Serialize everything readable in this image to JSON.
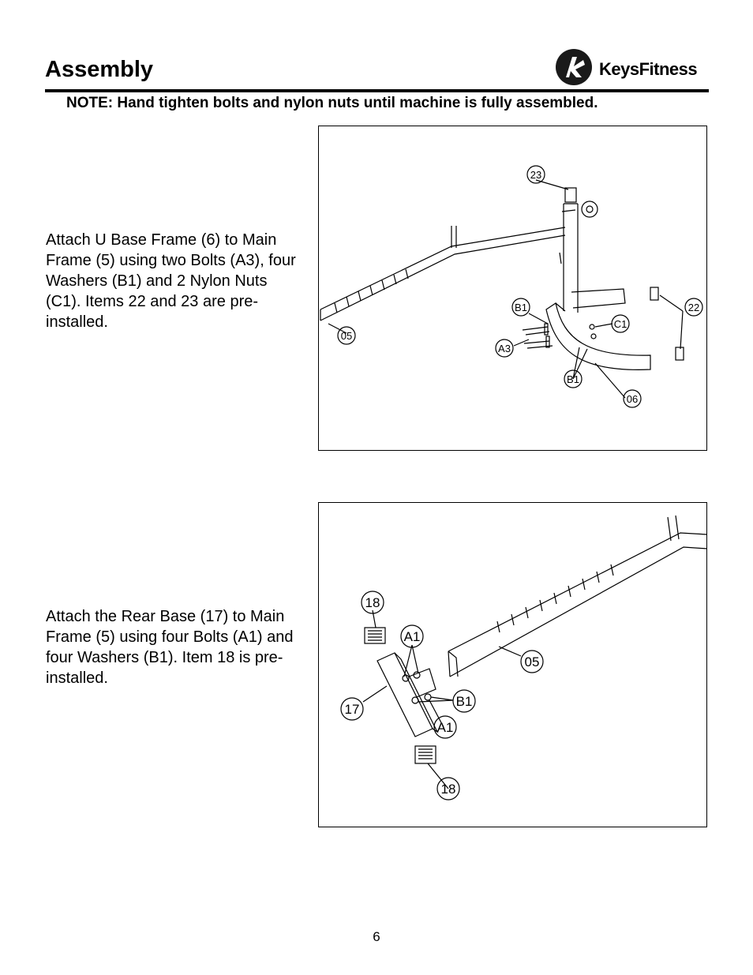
{
  "header": {
    "title": "Assembly",
    "brand": "KeysFitness"
  },
  "note": "NOTE:  Hand tighten bolts and nylon nuts until machine is fully assembled.",
  "steps": [
    {
      "text": "Attach U Base Frame (6) to Main Frame (5) using two Bolts (A3), four Washers (B1) and 2 Nylon Nuts (C1).  Items 22 and 23 are pre-installed.",
      "callouts": [
        "23",
        "B1",
        "C1",
        "22",
        "A3",
        "05",
        "B1",
        "06"
      ]
    },
    {
      "text": "Attach the Rear Base (17) to Main Frame (5) using four Bolts (A1) and four Washers (B1). Item 18 is pre-installed.",
      "callouts": [
        "18",
        "A1",
        "05",
        "17",
        "B1",
        "A1",
        "18"
      ]
    }
  ],
  "footer": {
    "page_number": "6"
  }
}
